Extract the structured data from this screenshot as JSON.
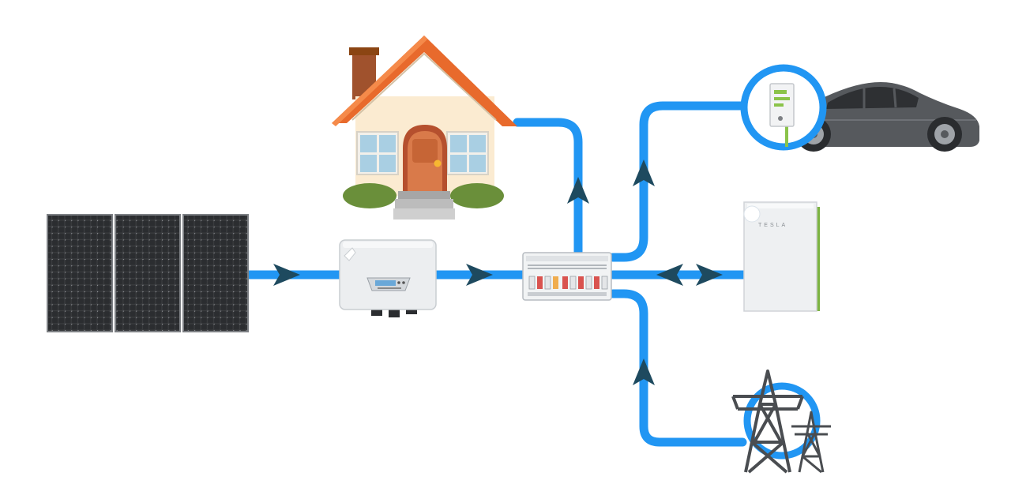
{
  "diagram": {
    "type": "solar-energy-flow",
    "flow_color": "#2196f3",
    "arrow_color": "#1e4a5f",
    "nodes": [
      {
        "id": "solar-panels",
        "icon": "solar-panel-array-icon"
      },
      {
        "id": "inverter",
        "icon": "inverter-icon"
      },
      {
        "id": "switchboard",
        "icon": "switchboard-icon"
      },
      {
        "id": "house",
        "icon": "house-icon"
      },
      {
        "id": "ev-charger",
        "icon": "ev-charger-icon"
      },
      {
        "id": "electric-car",
        "icon": "electric-car-icon"
      },
      {
        "id": "home-battery",
        "icon": "home-battery-icon"
      },
      {
        "id": "power-grid",
        "icon": "transmission-tower-icon"
      }
    ],
    "flows": [
      {
        "from": "solar-panels",
        "to": "inverter",
        "direction": "forward"
      },
      {
        "from": "inverter",
        "to": "switchboard",
        "direction": "forward"
      },
      {
        "from": "switchboard",
        "to": "house",
        "direction": "forward"
      },
      {
        "from": "switchboard",
        "to": "ev-charger",
        "direction": "forward"
      },
      {
        "from": "switchboard",
        "to": "home-battery",
        "direction": "bidirectional"
      },
      {
        "from": "power-grid",
        "to": "switchboard",
        "direction": "forward"
      }
    ],
    "battery_brand_text": "TESLA"
  }
}
